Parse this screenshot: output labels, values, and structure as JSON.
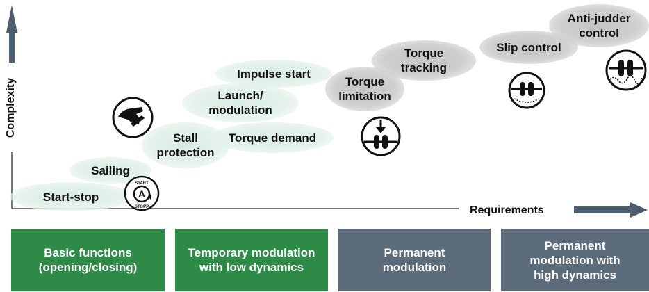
{
  "axes": {
    "y_label": "Complexity",
    "x_label": "Requirements"
  },
  "functions": [
    {
      "id": "start-stop",
      "label": "Start-stop"
    },
    {
      "id": "sailing",
      "label": "Sailing"
    },
    {
      "id": "stall-protection",
      "label": "Stall\nprotection"
    },
    {
      "id": "torque-demand",
      "label": "Torque demand"
    },
    {
      "id": "launch-modulation",
      "label": "Launch/\nmodulation"
    },
    {
      "id": "impulse-start",
      "label": "Impulse start"
    },
    {
      "id": "torque-limitation",
      "label": "Torque\nlimitation"
    },
    {
      "id": "torque-tracking",
      "label": "Torque\ntracking"
    },
    {
      "id": "slip-control",
      "label": "Slip control"
    },
    {
      "id": "anti-judder-control",
      "label": "Anti-judder\ncontrol"
    }
  ],
  "icon_text": {
    "start_top": "START",
    "start_letter": "A",
    "start_bottom": "STOPP"
  },
  "categories": [
    {
      "label": "Basic functions\n(opening/closing)",
      "color": "#2e8b47"
    },
    {
      "label": "Temporary modulation\nwith low dynamics",
      "color": "#2e8b47"
    },
    {
      "label": "Permanent\nmodulation",
      "color": "#5c6b7a"
    },
    {
      "label": "Permanent\nmodulation with\nhigh dynamics",
      "color": "#5c6b7a"
    }
  ],
  "colors": {
    "axis_arrow": "#4d5e6e",
    "green": "#2e8b47",
    "slate": "#5c6b7a"
  }
}
